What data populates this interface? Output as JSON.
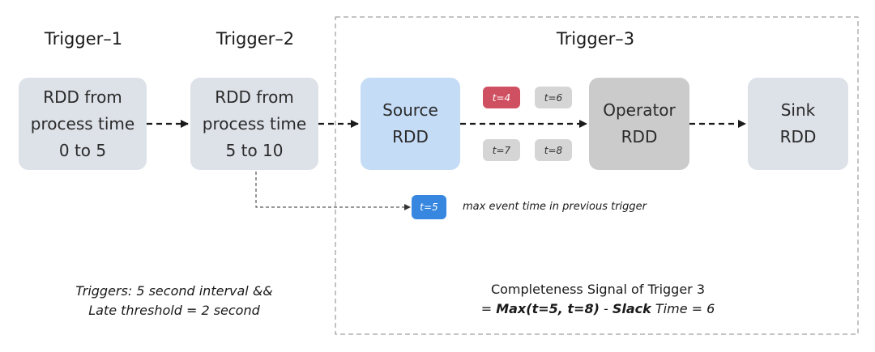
{
  "triggers": {
    "t1": "Trigger–1",
    "t2": "Trigger–2",
    "t3": "Trigger–3"
  },
  "boxes": {
    "rdd1": [
      "RDD from",
      "process time",
      "0 to 5"
    ],
    "rdd2": [
      "RDD from",
      "process time",
      "5 to 10"
    ],
    "source": [
      "Source",
      "RDD"
    ],
    "operator": [
      "Operator",
      "RDD"
    ],
    "sink": [
      "Sink",
      "RDD"
    ]
  },
  "chips": {
    "t4": "t=4",
    "t6": "t=6",
    "t7": "t=7",
    "t8": "t=8",
    "t5": "t=5"
  },
  "note": "max event time in previous trigger",
  "triggers_info": {
    "line1": "Triggers: 5 second interval &&",
    "line2": "Late threshold = 2 second"
  },
  "completeness": {
    "line1": "Completeness Signal of Trigger 3",
    "eq_prefix": "= ",
    "max": "Max",
    "args": "(t=5, t=8)",
    "minus": " -  ",
    "slack": "Slack",
    "suffix": " Time = 6"
  },
  "colors": {
    "box_grey": "#dde1e8",
    "box_blue": "#c4dcf6",
    "box_dark": "#cbcbcb",
    "chip_red": "#cf5060",
    "chip_blue": "#3787e0"
  }
}
